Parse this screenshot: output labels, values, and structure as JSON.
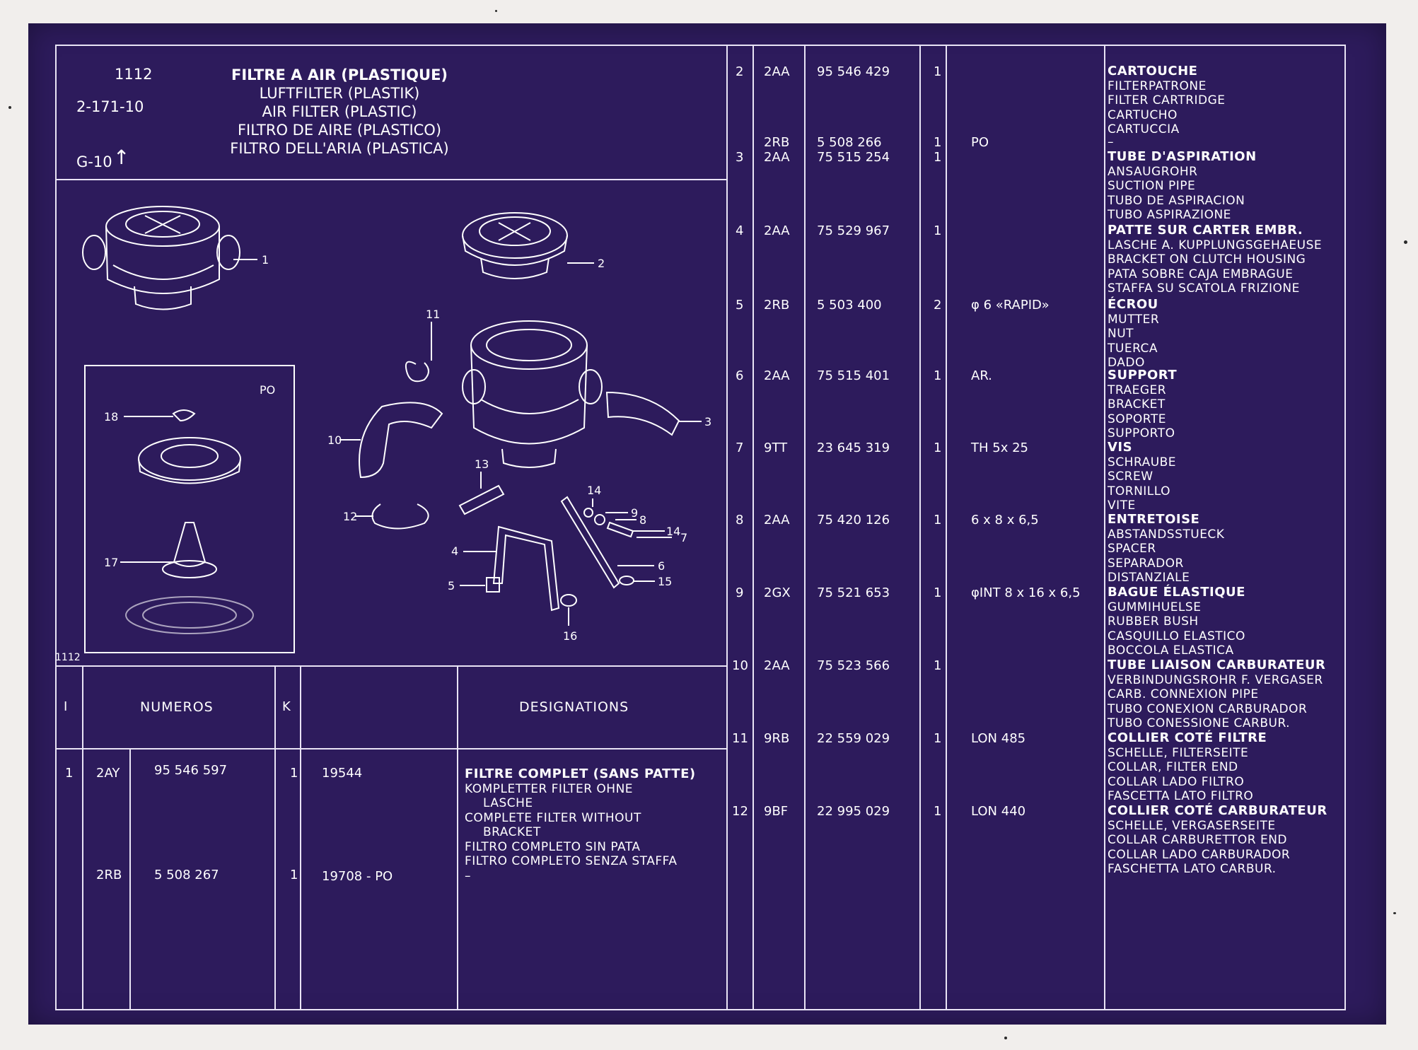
{
  "header": {
    "code": "1112",
    "ref": "2-171-10",
    "group": "G-10",
    "arrow": "↑",
    "titles": [
      "FILTRE A AIR (PLASTIQUE)",
      "LUFTFILTER (PLASTIK)",
      "AIR FILTER (PLASTIC)",
      "FILTRO DE AIRE (PLASTICO)",
      "FILTRO DELL'ARIA (PLASTICA)"
    ]
  },
  "diagram": {
    "inset_label": "PO",
    "footer_code": "1112",
    "drawing_ref": "2-171-10",
    "callouts": [
      "1",
      "2",
      "3",
      "4",
      "5",
      "6",
      "7",
      "8",
      "9",
      "10",
      "11",
      "12",
      "13",
      "14",
      "14",
      "15",
      "16",
      "17",
      "18"
    ]
  },
  "lower_table": {
    "headers": {
      "ref": "I",
      "numeros": "NUMEROS",
      "k": "K",
      "designations": "DESIGNATIONS"
    },
    "row": {
      "ref": "1",
      "entries": [
        {
          "code": "2AY",
          "number": "95 546 597",
          "qty": "1",
          "note": "19544"
        },
        {
          "code": "2RB",
          "number": "5 508 267",
          "qty": "1",
          "note": "19708 - PO"
        }
      ],
      "designation_bold": "FILTRE COMPLET (SANS PATTE)",
      "designation_lines": [
        "KOMPLETTER FILTER OHNE",
        "LASCHE",
        "COMPLETE FILTER WITHOUT",
        "BRACKET",
        "FILTRO COMPLETO SIN PATA",
        "FILTRO COMPLETO SENZA STAFFA",
        "–"
      ]
    }
  },
  "parts": [
    {
      "ref": "2",
      "code": "2AA",
      "number": "95 546 429",
      "qty": "1",
      "note": "",
      "names": [
        "CARTOUCHE",
        "FILTERPATRONE",
        "FILTER CARTRIDGE",
        "CARTUCHO",
        "CARTUCCIA"
      ]
    },
    {
      "ref": "",
      "code": "2RB",
      "number": "5 508 266",
      "qty": "1",
      "note": "PO",
      "names": [
        "–"
      ]
    },
    {
      "ref": "3",
      "code": "2AA",
      "number": "75 515 254",
      "qty": "1",
      "note": "",
      "names": [
        "TUBE D'ASPIRATION",
        "ANSAUGROHR",
        "SUCTION PIPE",
        "TUBO DE ASPIRACION",
        "TUBO ASPIRAZIONE"
      ]
    },
    {
      "ref": "4",
      "code": "2AA",
      "number": "75 529 967",
      "qty": "1",
      "note": "",
      "names": [
        "PATTE SUR CARTER EMBR.",
        "LASCHE A. KUPPLUNGSGEHAEUSE",
        "BRACKET ON CLUTCH HOUSING",
        "PATA SOBRE CAJA EMBRAGUE",
        "STAFFA SU SCATOLA FRIZIONE"
      ]
    },
    {
      "ref": "5",
      "code": "2RB",
      "number": "5 503 400",
      "qty": "2",
      "note": "φ 6  «RAPID»",
      "names": [
        "ÉCROU",
        "MUTTER",
        "NUT",
        "TUERCA",
        "DADO"
      ]
    },
    {
      "ref": "6",
      "code": "2AA",
      "number": "75 515 401",
      "qty": "1",
      "note": "AR.",
      "names": [
        "SUPPORT",
        "TRAEGER",
        "BRACKET",
        "SOPORTE",
        "SUPPORTO"
      ]
    },
    {
      "ref": "7",
      "code": "9TT",
      "number": "23 645 319",
      "qty": "1",
      "note": "TH  5x 25",
      "names": [
        "VIS",
        "SCHRAUBE",
        "SCREW",
        "TORNILLO",
        "VITE"
      ]
    },
    {
      "ref": "8",
      "code": "2AA",
      "number": "75 420 126",
      "qty": "1",
      "note": "6  x  8  x  6,5",
      "names": [
        "ENTRETOISE",
        "ABSTANDSSTUECK",
        "SPACER",
        "SEPARADOR",
        "DISTANZIALE"
      ]
    },
    {
      "ref": "9",
      "code": "2GX",
      "number": "75 521 653",
      "qty": "1",
      "note": "φINT  8  x  16  x  6,5",
      "names": [
        "BAGUE ÉLASTIQUE",
        "GUMMIHUELSE",
        "RUBBER BUSH",
        "CASQUILLO ELASTICO",
        "BOCCOLA ELASTICA"
      ]
    },
    {
      "ref": "10",
      "code": "2AA",
      "number": "75 523 566",
      "qty": "1",
      "note": "",
      "names": [
        "TUBE LIAISON CARBURATEUR",
        "VERBINDUNGSROHR F. VERGASER",
        "CARB. CONNEXION PIPE",
        "TUBO CONEXION CARBURADOR",
        "TUBO CONESSIONE CARBUR."
      ]
    },
    {
      "ref": "11",
      "code": "9RB",
      "number": "22 559 029",
      "qty": "1",
      "note": "LON  485",
      "names": [
        "COLLIER COTÉ FILTRE",
        "SCHELLE, FILTERSEITE",
        "COLLAR, FILTER END",
        "COLLAR LADO FILTRO",
        "FASCETTA LATO FILTRO"
      ]
    },
    {
      "ref": "12",
      "code": "9BF",
      "number": "22 995 029",
      "qty": "1",
      "note": "LON  440",
      "names": [
        "COLLIER COTÉ CARBURATEUR",
        "SCHELLE, VERGASERSEITE",
        "COLLAR CARBURETTOR END",
        "COLLAR LADO CARBURADOR",
        "FASCHETTA LATO CARBUR."
      ]
    }
  ]
}
